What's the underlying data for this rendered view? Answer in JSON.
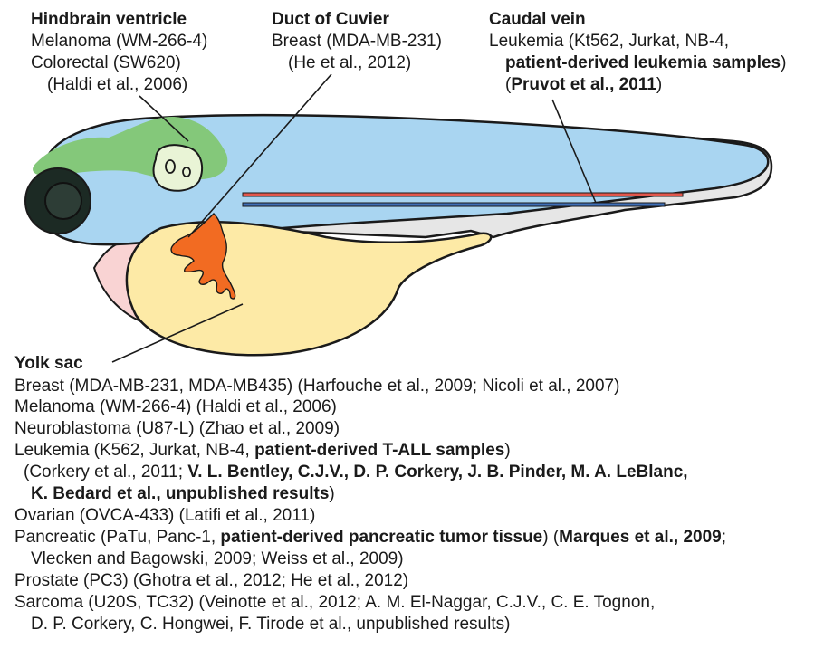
{
  "hindbrain": {
    "title": "Hindbrain ventricle",
    "lines": [
      "Melanoma (WM-266-4)",
      "Colorectal (SW620)",
      "(Haldi et al., 2006)"
    ]
  },
  "cuvier": {
    "title": "Duct of Cuvier",
    "lines": [
      "Breast (MDA-MB-231)",
      "(He et al., 2012)"
    ]
  },
  "caudal": {
    "title": "Caudal vein",
    "line1": "Leukemia (Kt562, Jurkat, NB-4,",
    "line2_bold": "patient-derived leukemia samples",
    "line2_end": ")",
    "line3_open": "(",
    "line3_bold": "Pruvot et al., 2011",
    "line3_close": ")"
  },
  "yolk": {
    "title": "Yolk sac",
    "l1": "Breast (MDA-MB-231, MDA-MB435) (Harfouche et al., 2009; Nicoli et al., 2007)",
    "l2": "Melanoma (WM-266-4) (Haldi et al., 2006)",
    "l3": "Neuroblastoma (U87-L) (Zhao et al., 2009)",
    "l4a": "Leukemia (K562, Jurkat, NB-4, ",
    "l4b": "patient-derived T-ALL samples",
    "l4c": ")",
    "l5a": "(Corkery et al., 2011; ",
    "l5b": "V. L. Bentley, C.J.V., D. P. Corkery, J. B. Pinder, M. A. LeBlanc,",
    "l6a": "K. Bedard et al., unpublished results",
    "l6b": ")",
    "l7": "Ovarian (OVCA-433) (Latifi et al., 2011)",
    "l8a": "Pancreatic (PaTu, Panc-1, ",
    "l8b": "patient-derived pancreatic tumor tissue",
    "l8c": ") (",
    "l8d": "Marques et al., 2009",
    "l8e": ";",
    "l9": "Vlecken and Bagowski, 2009; Weiss et al., 2009)",
    "l10": "Prostate (PC3) (Ghotra et al., 2012; He et al., 2012)",
    "l11": "Sarcoma (U20S, TC32) (Veinotte et al., 2012; A. M. El-Naggar, C.J.V., C. E. Tognon,",
    "l12": "D. P. Corkery, C. Hongwei, F. Tirode et al., unpublished results)"
  },
  "colors": {
    "body": "#a9d5f1",
    "fin": "#e6e6e6",
    "yolk": "#fdeaa6",
    "brain": "#84c87a",
    "otic": "#e9f4d6",
    "eye": "#1c2a24",
    "heart": "#f9d3d3",
    "artery": "#e2574c",
    "vein": "#3f6fb8",
    "duct": "#f26b22"
  }
}
